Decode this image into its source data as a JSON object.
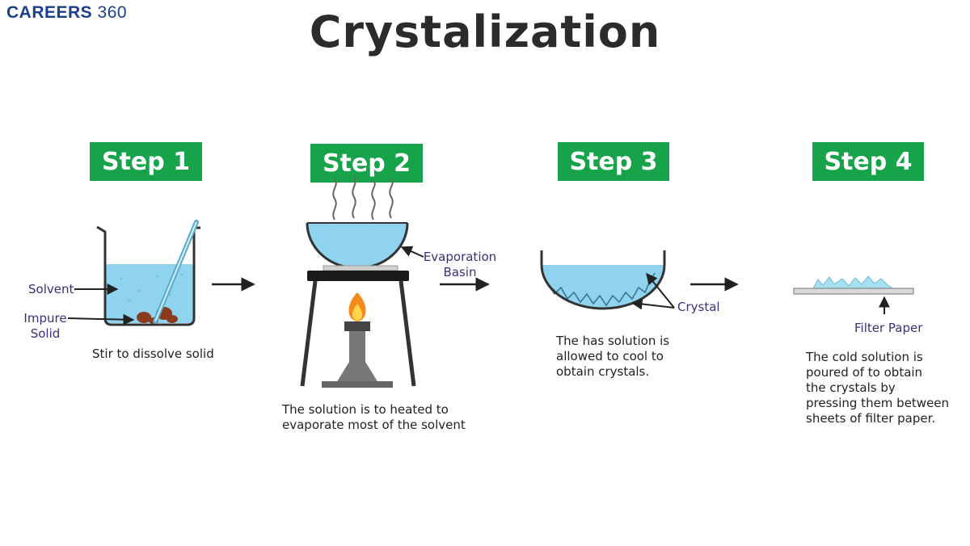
{
  "logo": {
    "brand": "CAREERS",
    "number": "360"
  },
  "title": "Crystalization",
  "steps": [
    {
      "label": "Step 1",
      "caption_lines": [
        "Stir to dissolve solid"
      ]
    },
    {
      "label": "Step 2",
      "caption_lines": [
        "The solution is to heated to",
        "evaporate most of the solvent"
      ]
    },
    {
      "label": "Step 3",
      "caption_lines": [
        "The has solution is",
        "allowed to cool to",
        "obtain crystals."
      ]
    },
    {
      "label": "Step 4",
      "caption_lines": [
        "The cold solution is",
        "poured of to obtain",
        "the crystals by",
        "pressing them between",
        "sheets of filter paper."
      ]
    }
  ],
  "labels": {
    "solvent": "Solvent",
    "impure_solid_lines": [
      "Impure",
      "Solid"
    ],
    "evaporation_basin_lines": [
      "Evaporation",
      "Basin"
    ],
    "crystal": "Crystal",
    "filter_paper": "Filter Paper"
  },
  "colors": {
    "step_green": "#16a34a",
    "water_blue": "#8fd3ee",
    "label_purple": "#3a2f7a",
    "logo_blue": "#1a3f8c"
  }
}
